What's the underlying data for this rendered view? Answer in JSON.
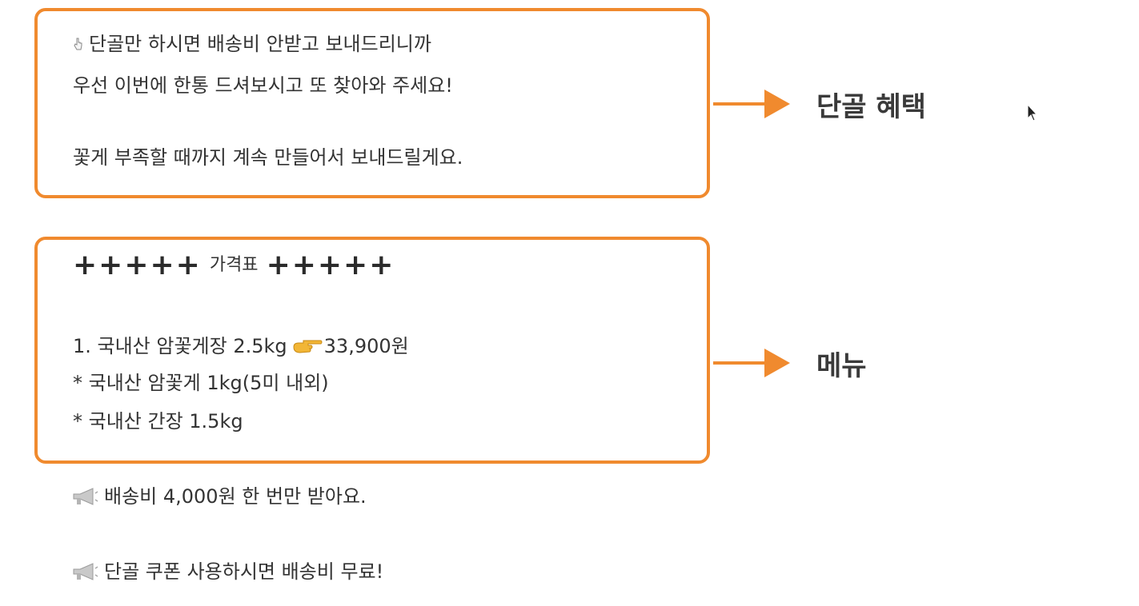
{
  "benefit_box": {
    "line1": "단골만 하시면 배송비 안받고 보내드리니까",
    "line2": "우선 이번에 한통 드셔보시고 또 찾아와 주세요!",
    "line3": "꽃게 부족할 때까지 계속 만들어서 보내드릴게요."
  },
  "menu_box": {
    "plus_left": "+++++",
    "title": "가격표",
    "plus_right": "+++++",
    "item1_name": "1. 국내산 암꽃게장 2.5kg",
    "item1_price": "33,900원",
    "item2": "* 국내산 암꽃게 1kg(5미 내외)",
    "item3": "* 국내산 간장 1.5kg"
  },
  "callouts": {
    "benefit": "단골 혜택",
    "menu": "메뉴"
  },
  "notes": {
    "shipping": "배송비 4,000원 한 번만 받아요.",
    "coupon": "단골 쿠폰 사용하시면 배송비 무료!"
  },
  "icons": {
    "hand": "pointing-hand-icon",
    "point": "pointing-finger-icon",
    "megaphone": "megaphone-icon",
    "arrow": "arrow-right-icon",
    "cursor": "mouse-cursor-icon"
  },
  "colors": {
    "accent": "#f08a2e",
    "text": "#333333",
    "finger": "#f2b636"
  }
}
